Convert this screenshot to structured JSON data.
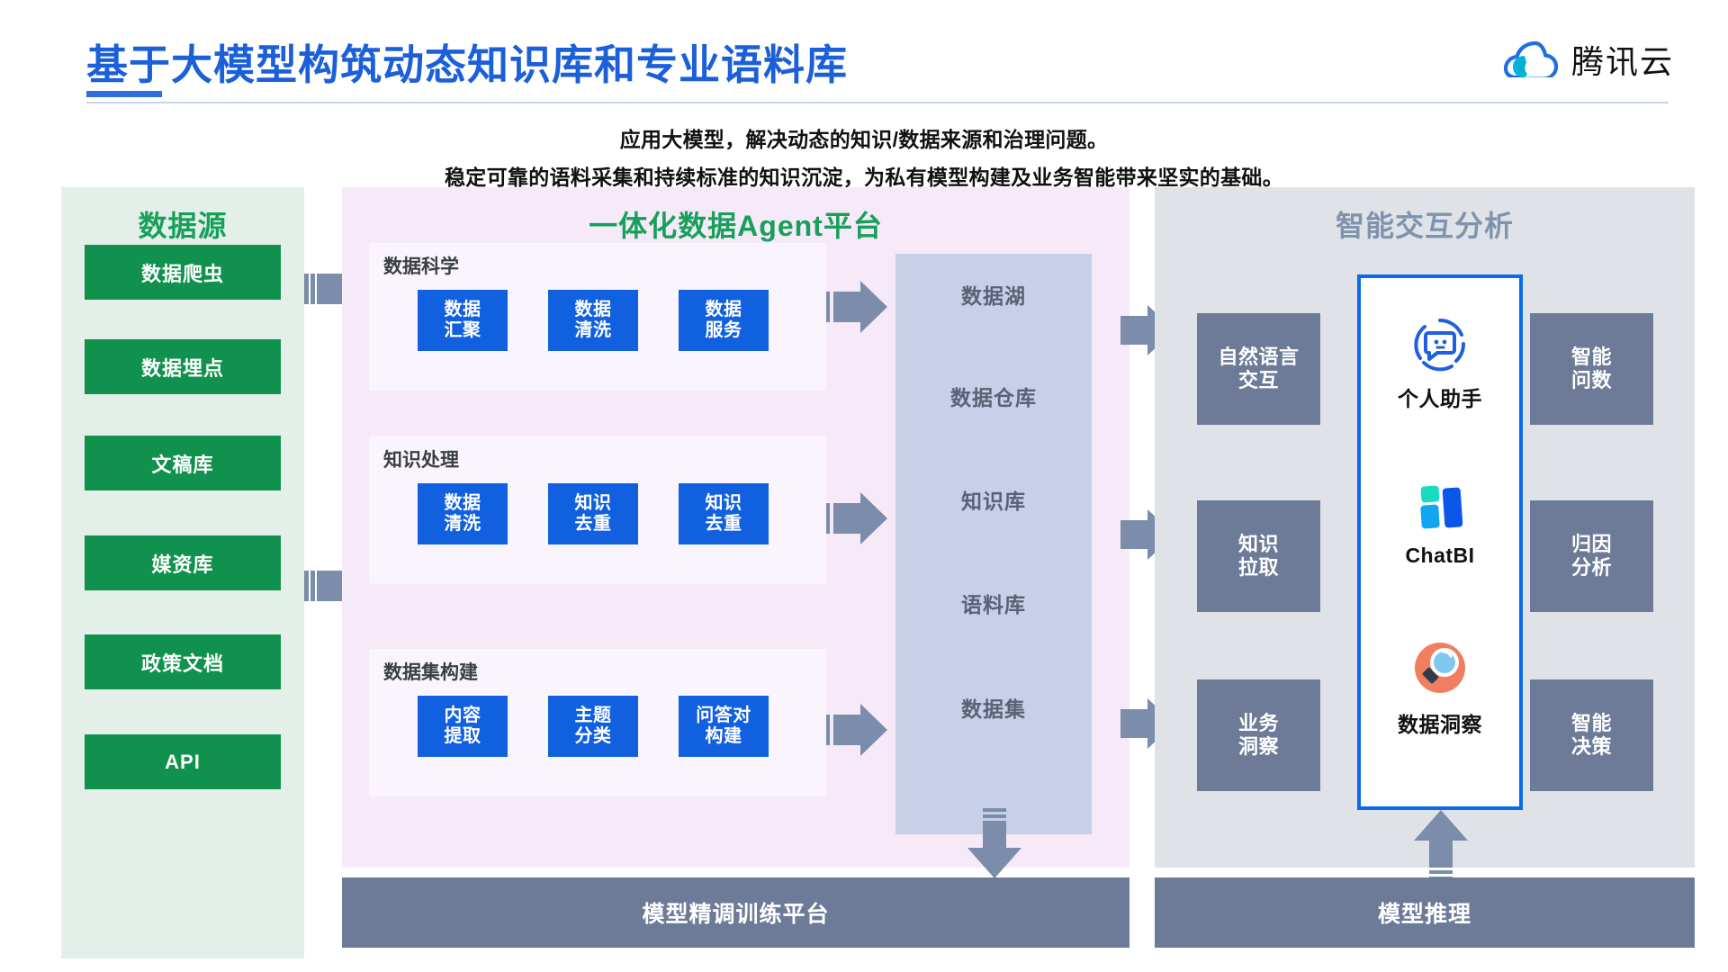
{
  "header": {
    "title": "基于大模型构筑动态知识库和专业语料库",
    "logo_text": "腾讯云",
    "logo_icon": "tencent-cloud-logo",
    "subtitle_line1": "应用大模型，解决动态的知识/数据来源和治理问题。",
    "subtitle_line2": "稳定可靠的语料采集和持续标准的知识沉淀，为私有模型构建及业务智能带来坚实的基础。"
  },
  "colors": {
    "title_blue": "#1b5fd9",
    "green": "#10924e",
    "green_title": "#17a05a",
    "blue_box": "#1160e0",
    "slate": "#6d7b98",
    "storage": "#c7cfe9",
    "panel_src": "#e3efe8",
    "panel_mid": "#f6e9f8",
    "panel_right": "#dfe3e8",
    "accent_border": "#0a6bea"
  },
  "source_panel": {
    "title": "数据源",
    "items": [
      {
        "label": "数据爬虫"
      },
      {
        "label": "数据埋点"
      },
      {
        "label": "文稿库"
      },
      {
        "label": "媒资库"
      },
      {
        "label": "政策文档"
      },
      {
        "label": "API"
      }
    ]
  },
  "mid_panel": {
    "title": "一体化数据Agent平台",
    "groups": [
      {
        "label": "数据科学",
        "boxes": [
          {
            "line1": "数据",
            "line2": "汇聚"
          },
          {
            "line1": "数据",
            "line2": "清洗"
          },
          {
            "line1": "数据",
            "line2": "服务"
          }
        ]
      },
      {
        "label": "知识处理",
        "boxes": [
          {
            "line1": "数据",
            "line2": "清洗"
          },
          {
            "line1": "知识",
            "line2": "去重"
          },
          {
            "line1": "知识",
            "line2": "去重"
          }
        ]
      },
      {
        "label": "数据集构建",
        "boxes": [
          {
            "line1": "内容",
            "line2": "提取"
          },
          {
            "line1": "主题",
            "line2": "分类"
          },
          {
            "line1": "问答对",
            "line2": "构建"
          }
        ]
      }
    ]
  },
  "storage": {
    "items": [
      {
        "label": "数据湖"
      },
      {
        "label": "数据仓库"
      },
      {
        "label": "知识库"
      },
      {
        "label": "语料库"
      },
      {
        "label": "数据集"
      }
    ]
  },
  "right_panel": {
    "title": "智能交互分析",
    "left_tiles": [
      {
        "line1": "自然语言",
        "line2": "交互"
      },
      {
        "line1": "知识",
        "line2": "拉取"
      },
      {
        "line1": "业务",
        "line2": "洞察"
      }
    ],
    "right_tiles": [
      {
        "line1": "智能",
        "line2": "问数"
      },
      {
        "line1": "归因",
        "line2": "分析"
      },
      {
        "line1": "智能",
        "line2": "决策"
      }
    ],
    "center_card": [
      {
        "label": "个人助手",
        "icon": "chat-assistant-icon"
      },
      {
        "label": "ChatBI",
        "icon": "chatbi-logo-icon"
      },
      {
        "label": "数据洞察",
        "icon": "magnifier-insight-icon"
      }
    ]
  },
  "bottom": {
    "mid_label": "模型精调训练平台",
    "right_label": "模型推理"
  }
}
